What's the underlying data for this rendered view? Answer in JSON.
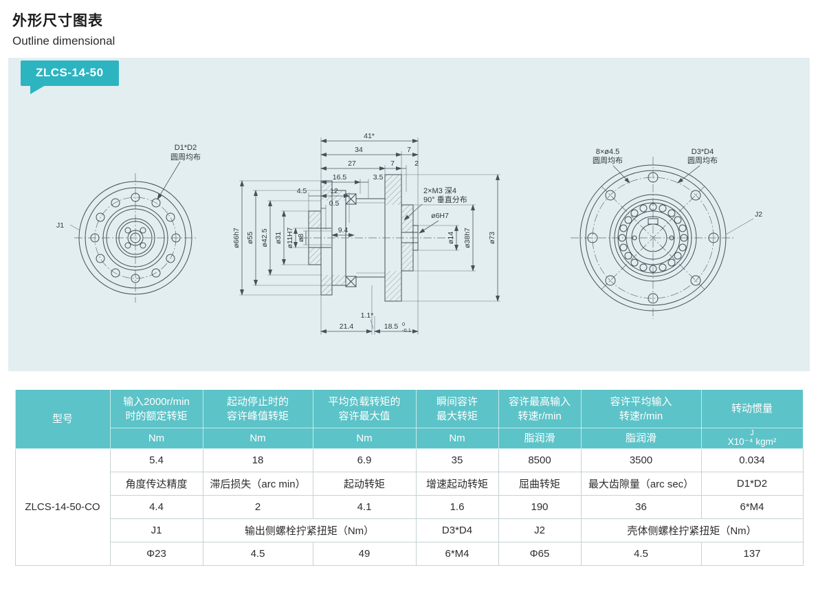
{
  "page": {
    "title_cn": "外形尺寸图表",
    "title_en": "Outline dimensional"
  },
  "badge": {
    "label": "ZLCS-14-50"
  },
  "colors": {
    "teal_header": "#5cc3c8",
    "badge_teal": "#2db4c1",
    "panel_bg": "#e3eef0"
  },
  "drawing": {
    "left_view": {
      "j1": "J1",
      "note_line1": "D1*D2",
      "note_line2": "圆周均布"
    },
    "center_view": {
      "top_dims": [
        "41*",
        "34",
        "7",
        "27",
        "7",
        "2",
        "16.5",
        "3.5",
        "4.5",
        "12",
        "0.5"
      ],
      "thread_note_line1": "2×M3 深4",
      "thread_note_line2": "90° 垂直分布",
      "left_dims": [
        "ø66h7",
        "ø55",
        "ø42.5",
        "ø31",
        "ø11H7",
        "ø8"
      ],
      "mid_dim": "9.4",
      "right_dims": [
        "ø6H7",
        "ø14",
        "ø38h7",
        "ø73"
      ],
      "bottom_dims": [
        "1.1*",
        "21.4",
        "18.5"
      ],
      "tol_upper": "0",
      "tol_lower": "-0.1"
    },
    "right_view": {
      "note1_line1": "8×ø4.5",
      "note1_line2": "圆周均布",
      "note2_line1": "D3*D4",
      "note2_line2": "圆周均布",
      "j2": "J2"
    }
  },
  "table": {
    "model_header": "型号",
    "model_value": "ZLCS-14-50-CO",
    "headers": [
      [
        "输入2000r/min",
        "时的额定转矩"
      ],
      [
        "起动停止时的",
        "容许峰值转矩"
      ],
      [
        "平均负载转矩的",
        "容许最大值"
      ],
      [
        "瞬间容许",
        "最大转矩"
      ],
      [
        "容许最高输入",
        "转速r/min"
      ],
      [
        "容许平均输入",
        "转速r/min"
      ],
      [
        "转动惯量"
      ]
    ],
    "units": [
      "Nm",
      "Nm",
      "Nm",
      "Nm",
      "脂润滑",
      "脂润滑",
      "X10⁻⁴ kgm²"
    ],
    "inertia_symbol": "J",
    "body": [
      [
        "5.4",
        "18",
        "6.9",
        "35",
        "8500",
        "3500",
        "0.034"
      ],
      [
        "角度传达精度",
        "滞后损失（arc min）",
        "起动转矩",
        "增速起动转矩",
        "屈曲转矩",
        "最大齿隙量（arc sec）",
        "D1*D2"
      ],
      [
        "4.4",
        "2",
        "4.1",
        "1.6",
        "190",
        "36",
        "6*M4"
      ],
      [
        "J1",
        "输出侧螺栓拧紧扭矩（Nm）",
        "D3*D4",
        "J2",
        "壳体侧螺栓拧紧扭矩（Nm）"
      ],
      [
        "Φ23",
        "4.5",
        "49",
        "6*M4",
        "Φ65",
        "4.5",
        "137"
      ]
    ]
  }
}
